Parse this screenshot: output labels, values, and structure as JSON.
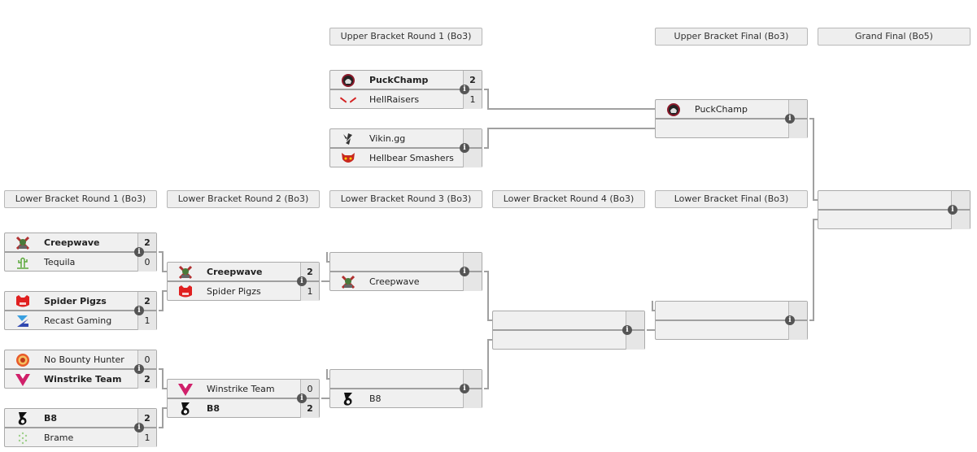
{
  "headers": {
    "ub_r1": "Upper Bracket Round 1 (Bo3)",
    "ub_final": "Upper Bracket Final (Bo3)",
    "grand_final": "Grand Final (Bo5)",
    "lb_r1": "Lower Bracket Round 1 (Bo3)",
    "lb_r2": "Lower Bracket Round 2 (Bo3)",
    "lb_r3": "Lower Bracket Round 3 (Bo3)",
    "lb_r4": "Lower Bracket Round 4 (Bo3)",
    "lb_final": "Lower Bracket Final (Bo3)"
  },
  "matches": {
    "ub_r1_m1": {
      "top": {
        "name": "PuckChamp",
        "score": "2",
        "logo": "puckchamp-logo",
        "winner": true
      },
      "bot": {
        "name": "HellRaisers",
        "score": "1",
        "logo": "hellraisers-logo",
        "winner": false
      }
    },
    "ub_r1_m2": {
      "top": {
        "name": "Vikin.gg",
        "score": "",
        "logo": "vikin-logo",
        "winner": false
      },
      "bot": {
        "name": "Hellbear Smashers",
        "score": "",
        "logo": "hellbear-logo",
        "winner": false
      }
    },
    "ub_final": {
      "top": {
        "name": "PuckChamp",
        "score": "",
        "logo": "puckchamp-logo",
        "winner": false
      },
      "bot": {
        "name": "",
        "score": "",
        "logo": "",
        "winner": false
      }
    },
    "grand_final": {
      "top": {
        "name": "",
        "score": ""
      },
      "bot": {
        "name": "",
        "score": ""
      }
    },
    "lb_r1_m1": {
      "top": {
        "name": "Creepwave",
        "score": "2",
        "logo": "creepwave-logo",
        "winner": true
      },
      "bot": {
        "name": "Tequila",
        "score": "0",
        "logo": "tequila-logo",
        "winner": false
      }
    },
    "lb_r1_m2": {
      "top": {
        "name": "Spider Pigzs",
        "score": "2",
        "logo": "spider-pigzs-logo",
        "winner": true
      },
      "bot": {
        "name": "Recast Gaming",
        "score": "1",
        "logo": "recast-logo",
        "winner": false
      }
    },
    "lb_r1_m3": {
      "top": {
        "name": "No Bounty Hunter",
        "score": "0",
        "logo": "no-bounty-logo",
        "winner": false
      },
      "bot": {
        "name": "Winstrike Team",
        "score": "2",
        "logo": "winstrike-logo",
        "winner": true
      }
    },
    "lb_r1_m4": {
      "top": {
        "name": "B8",
        "score": "2",
        "logo": "b8-logo",
        "winner": true
      },
      "bot": {
        "name": "Brame",
        "score": "1",
        "logo": "brame-logo",
        "winner": false
      }
    },
    "lb_r2_m1": {
      "top": {
        "name": "Creepwave",
        "score": "2",
        "logo": "creepwave-logo",
        "winner": true
      },
      "bot": {
        "name": "Spider Pigzs",
        "score": "1",
        "logo": "spider-pigzs-logo",
        "winner": false
      }
    },
    "lb_r2_m2": {
      "top": {
        "name": "Winstrike Team",
        "score": "0",
        "logo": "winstrike-logo",
        "winner": false
      },
      "bot": {
        "name": "B8",
        "score": "2",
        "logo": "b8-logo",
        "winner": true
      }
    },
    "lb_r3_m1": {
      "top": {
        "name": "",
        "score": ""
      },
      "bot": {
        "name": "Creepwave",
        "score": "",
        "logo": "creepwave-logo"
      }
    },
    "lb_r3_m2": {
      "top": {
        "name": "",
        "score": ""
      },
      "bot": {
        "name": "B8",
        "score": "",
        "logo": "b8-logo"
      }
    },
    "lb_r4": {
      "top": {
        "name": "",
        "score": ""
      },
      "bot": {
        "name": "",
        "score": ""
      }
    },
    "lb_final": {
      "top": {
        "name": "",
        "score": ""
      },
      "bot": {
        "name": "",
        "score": ""
      }
    }
  },
  "icons": {
    "info": "i"
  },
  "colors": {
    "box_bg": "#f0f0f0",
    "score_bg": "#e6e6e6",
    "line": "#a0a0a0",
    "info_bg": "#555555"
  }
}
